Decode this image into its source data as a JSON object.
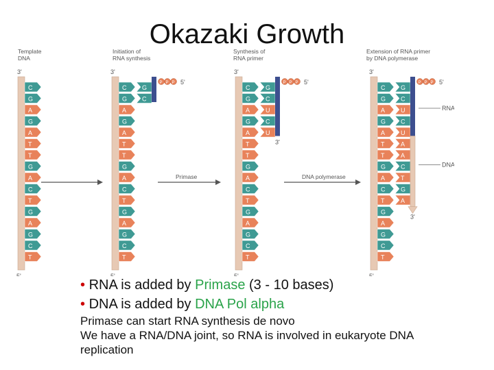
{
  "title": "Okazaki Growth",
  "figure": {
    "labels": {
      "template": [
        "Template",
        "DNA"
      ],
      "initiation": [
        "Initiation of",
        "RNA synthesis"
      ],
      "synthesis": [
        "Synthesis of",
        "RNA primer"
      ],
      "extension": [
        "Extension of RNA primer",
        "by DNA polymerase"
      ],
      "three_prime": "3'",
      "five_prime": "5'",
      "primase": "Primase",
      "dna_polymerase": "DNA polymerase",
      "rna": "RNA",
      "dna": "DNA",
      "ppp": "P"
    },
    "template_bases": [
      "C",
      "G",
      "A",
      "G",
      "A",
      "T",
      "T",
      "G",
      "A",
      "C",
      "T",
      "G",
      "A",
      "G",
      "C",
      "T"
    ],
    "stage2_pairs": [
      "G",
      "C"
    ],
    "stage3_pairs": [
      "G",
      "C",
      "U",
      "C",
      "U"
    ],
    "stage4_pairs": [
      "G",
      "C",
      "U",
      "C",
      "U",
      "A",
      "A",
      "C",
      "T",
      "G",
      "A"
    ],
    "colors": {
      "A": "#e8825a",
      "T": "#e8825a",
      "U": "#e8825a",
      "G": "#3f9a94",
      "C": "#3f9a94",
      "backbone": "#e7c9b4",
      "primer": "#3d4f8f",
      "arrow": "#555555"
    }
  },
  "bullets": [
    {
      "dot": "•",
      "before": "RNA is added by ",
      "highlight": "Primase",
      "after": " (3 - 10 bases)"
    },
    {
      "dot": "•",
      "before": "DNA is added by ",
      "highlight": "DNA Pol alpha",
      "after": ""
    }
  ],
  "notes": [
    "Primase can start RNA synthesis de novo",
    "We have a RNA/DNA joint, so RNA is involved in eukaryote DNA replication"
  ]
}
